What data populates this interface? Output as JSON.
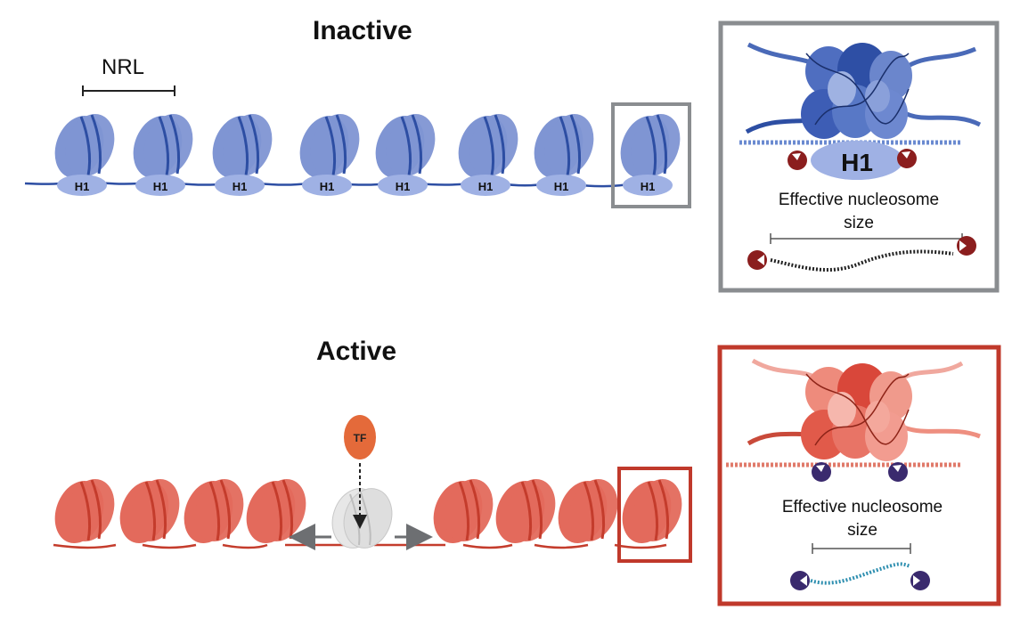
{
  "inactive": {
    "title": "Inactive",
    "nrl_label": "NRL",
    "histone_label": "H1",
    "nucleosome_count": 8,
    "inset": {
      "histone_label": "H1",
      "caption_line1": "Effective nucleosome",
      "caption_line2": "size"
    }
  },
  "active": {
    "title": "Active",
    "tf_label": "TF",
    "nucleosome_count_left": 4,
    "nucleosome_count_right": 4,
    "inset": {
      "caption_line1": "Effective nucleosome",
      "caption_line2": "size"
    }
  },
  "colors": {
    "inactive_nucleosome": "#7f95d3",
    "inactive_dark": "#2d4ea3",
    "active_nucleosome": "#e36a5c",
    "active_dark": "#c43c2c",
    "tf": "#e46a3a",
    "inset_inactive_border": "#8a8d90",
    "inset_active_border": "#c0392b",
    "enzyme_red": "#8b1e1e",
    "enzyme_purple": "#3a2a6e"
  }
}
